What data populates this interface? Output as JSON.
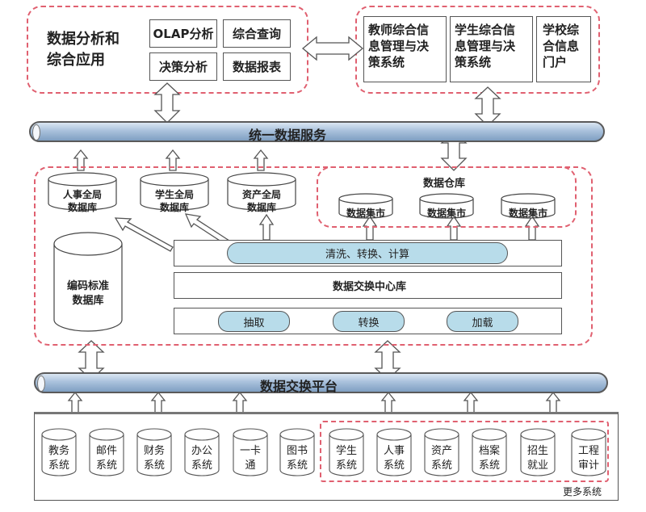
{
  "top_left": {
    "title_line1": "数据分析和",
    "title_line2": "综合应用",
    "modules": [
      "OLAP分析",
      "综合查询",
      "决策分析",
      "数据报表"
    ]
  },
  "top_right": {
    "systems": [
      {
        "lines": [
          "教师综合信",
          "息管理与决",
          "策系统"
        ]
      },
      {
        "lines": [
          "学生综合信",
          "息管理与决",
          "策系统"
        ]
      },
      {
        "lines": [
          "学校综",
          "合信息",
          "门户"
        ]
      }
    ]
  },
  "unified_service_bus": {
    "label": "统一数据服务"
  },
  "middle": {
    "global_dbs": [
      {
        "line1": "人事全局",
        "line2": "数据库"
      },
      {
        "line1": "学生全局",
        "line2": "数据库"
      },
      {
        "line1": "资产全局",
        "line2": "数据库"
      }
    ],
    "warehouse": {
      "title": "数据仓库",
      "marts": [
        "数据集市",
        "数据集市",
        "数据集市"
      ]
    },
    "code_standard_db": {
      "line1": "编码标准",
      "line2": "数据库"
    },
    "clean_layer": {
      "label": "清洗、转换、计算"
    },
    "exchange_center": {
      "label": "数据交换中心库"
    },
    "etl": [
      "抽取",
      "转换",
      "加载"
    ]
  },
  "exchange_platform_bus": {
    "label": "数据交换平台"
  },
  "sources": {
    "systems": [
      {
        "line1": "教务",
        "line2": "系统"
      },
      {
        "line1": "邮件",
        "line2": "系统"
      },
      {
        "line1": "财务",
        "line2": "系统"
      },
      {
        "line1": "办公",
        "line2": "系统"
      },
      {
        "line1": "一卡",
        "line2": "通"
      },
      {
        "line1": "图书",
        "line2": "系统"
      }
    ],
    "more_systems": [
      {
        "line1": "学生",
        "line2": "系统"
      },
      {
        "line1": "人事",
        "line2": "系统"
      },
      {
        "line1": "资产",
        "line2": "系统"
      },
      {
        "line1": "档案",
        "line2": "系统"
      },
      {
        "line1": "招生",
        "line2": "就业"
      },
      {
        "line1": "工程",
        "line2": "审计"
      }
    ],
    "more_label": "更多系统"
  },
  "colors": {
    "dashed_border": "#e06070",
    "pill_fill": "#b8dcea",
    "bus_fill": "#a9c1dc"
  }
}
